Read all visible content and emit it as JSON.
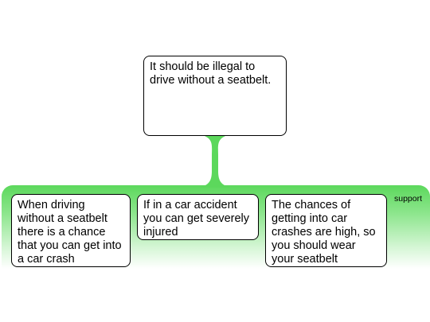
{
  "claim": {
    "text": "It should be illegal to drive without a seatbelt."
  },
  "support_group": {
    "label": "support",
    "color": "#5cd85c",
    "reasons": [
      {
        "text": "When driving without a seatbelt there is a chance that you can get into a car crash"
      },
      {
        "text": "If in a car accident you can get severely injured"
      },
      {
        "text": "The chances of getting into car crashes are high, so you should wear your seatbelt"
      }
    ]
  }
}
